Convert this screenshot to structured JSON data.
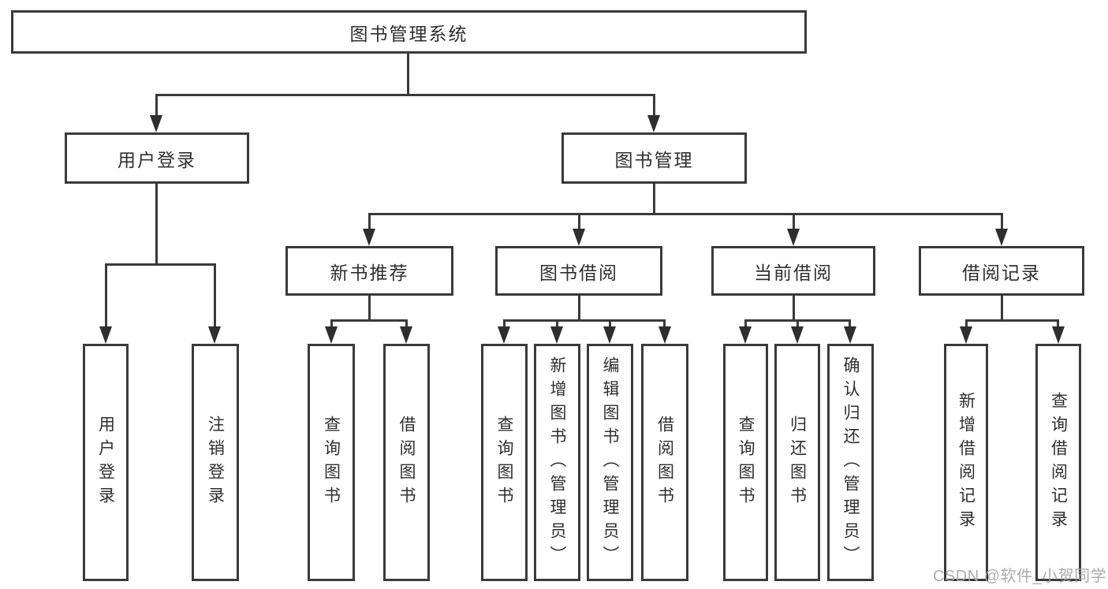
{
  "diagram": {
    "root": {
      "label": "图书管理系统"
    },
    "branches": [
      {
        "label": "用户登录",
        "children": [
          {
            "label": "用户登录"
          },
          {
            "label": "注销登录"
          }
        ]
      },
      {
        "label": "图书管理",
        "children": [
          {
            "label": "新书推荐",
            "children": [
              {
                "label": "查询图书"
              },
              {
                "label": "借阅图书"
              }
            ]
          },
          {
            "label": "图书借阅",
            "children": [
              {
                "label": "查询图书"
              },
              {
                "label": "新增图书（管理员）"
              },
              {
                "label": "编辑图书（管理员）"
              },
              {
                "label": "借阅图书"
              }
            ]
          },
          {
            "label": "当前借阅",
            "children": [
              {
                "label": "查询图书"
              },
              {
                "label": "归还图书"
              },
              {
                "label": "确认归还（管理员）"
              }
            ]
          },
          {
            "label": "借阅记录",
            "children": [
              {
                "label": "新增借阅记录"
              },
              {
                "label": "查询借阅记录"
              }
            ]
          }
        ]
      }
    ]
  },
  "watermark": {
    "text": "CSDN @软件_小贺同学"
  },
  "colors": {
    "line": "#3a3a3a",
    "text": "#2f2f2f",
    "watermark": "#a5a5a5",
    "background": "#ffffff"
  }
}
